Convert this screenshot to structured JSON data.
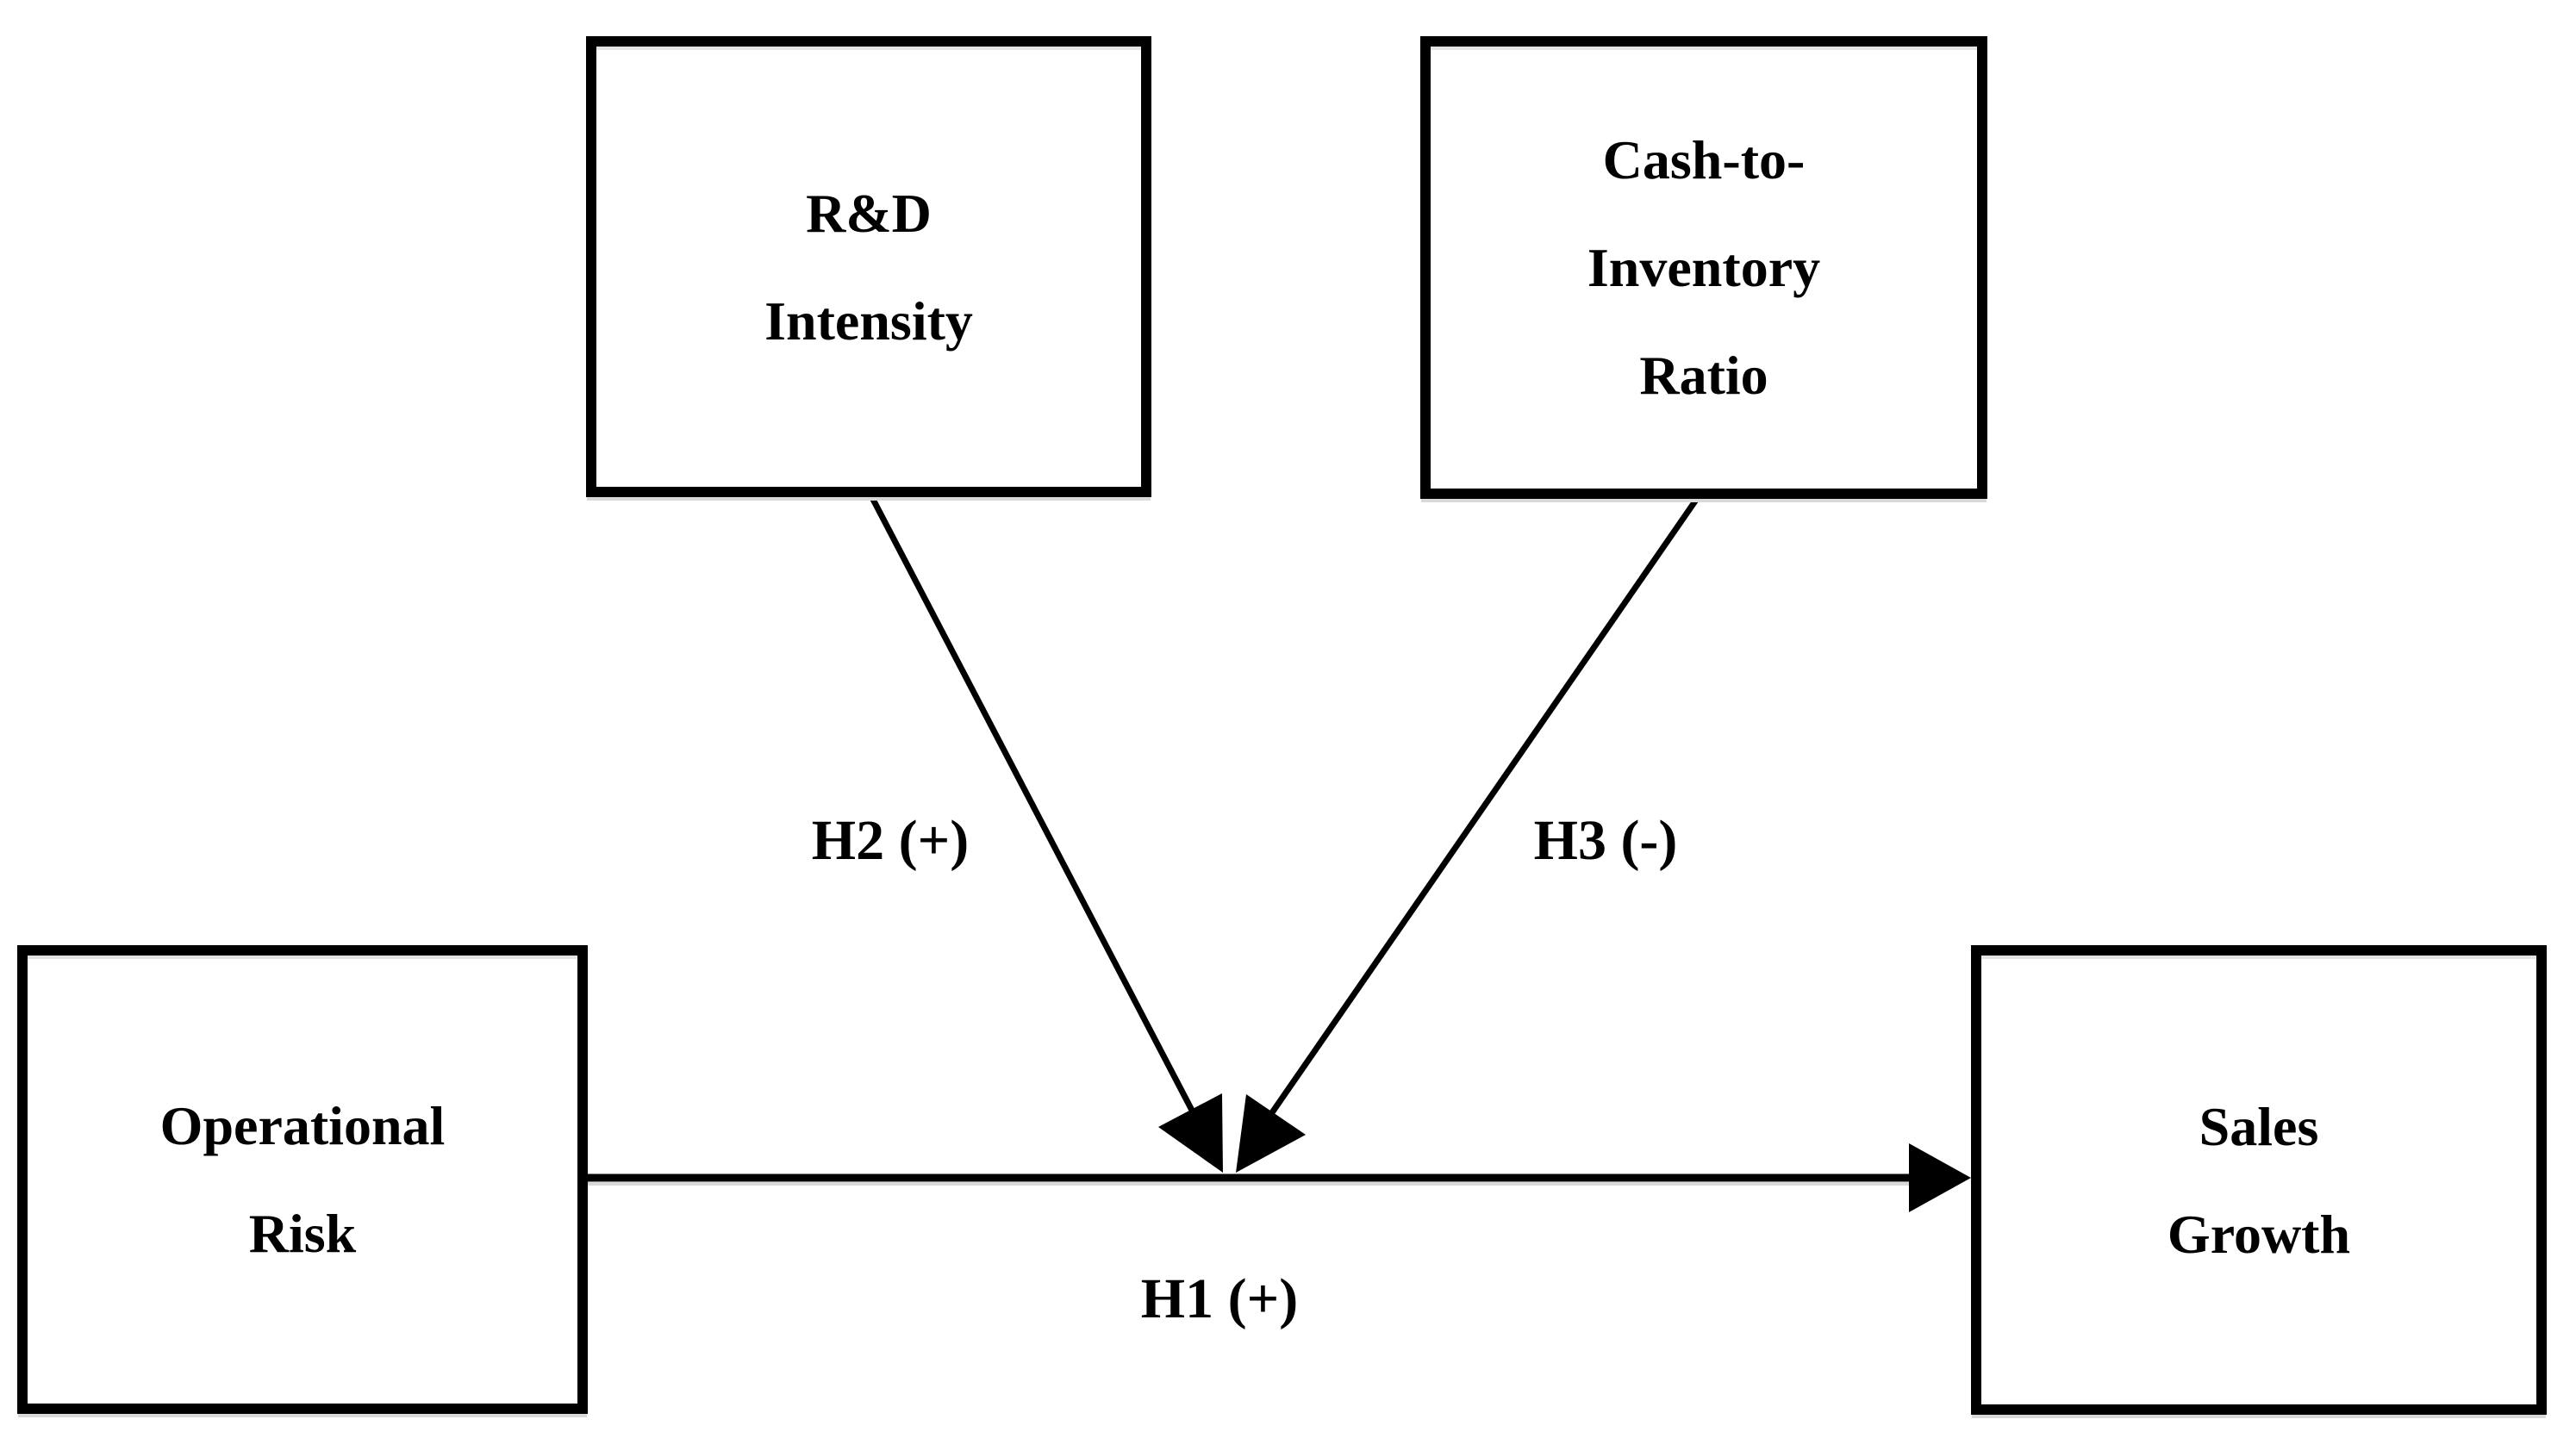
{
  "figure": {
    "background": "#ffffff",
    "ink": "#000000",
    "description": "Conceptual research model: operational risk to sales growth with two moderators"
  },
  "nodes": {
    "rd_intensity": {
      "lines": [
        "R&D",
        "Intensity"
      ]
    },
    "cash_inventory": {
      "lines": [
        "Cash-to-",
        "Inventory",
        "Ratio"
      ]
    },
    "operational_risk": {
      "lines": [
        "Operational",
        "Risk"
      ]
    },
    "sales_growth": {
      "lines": [
        "Sales",
        "Growth"
      ]
    }
  },
  "edges": {
    "h1": {
      "label": "H1 (+)",
      "from": "operational_risk",
      "to": "sales_growth"
    },
    "h2": {
      "label": "H2 (+)",
      "from": "rd_intensity",
      "to": "h1-path"
    },
    "h3": {
      "label": "H3 (-)",
      "from": "cash_inventory",
      "to": "h1-path"
    }
  }
}
